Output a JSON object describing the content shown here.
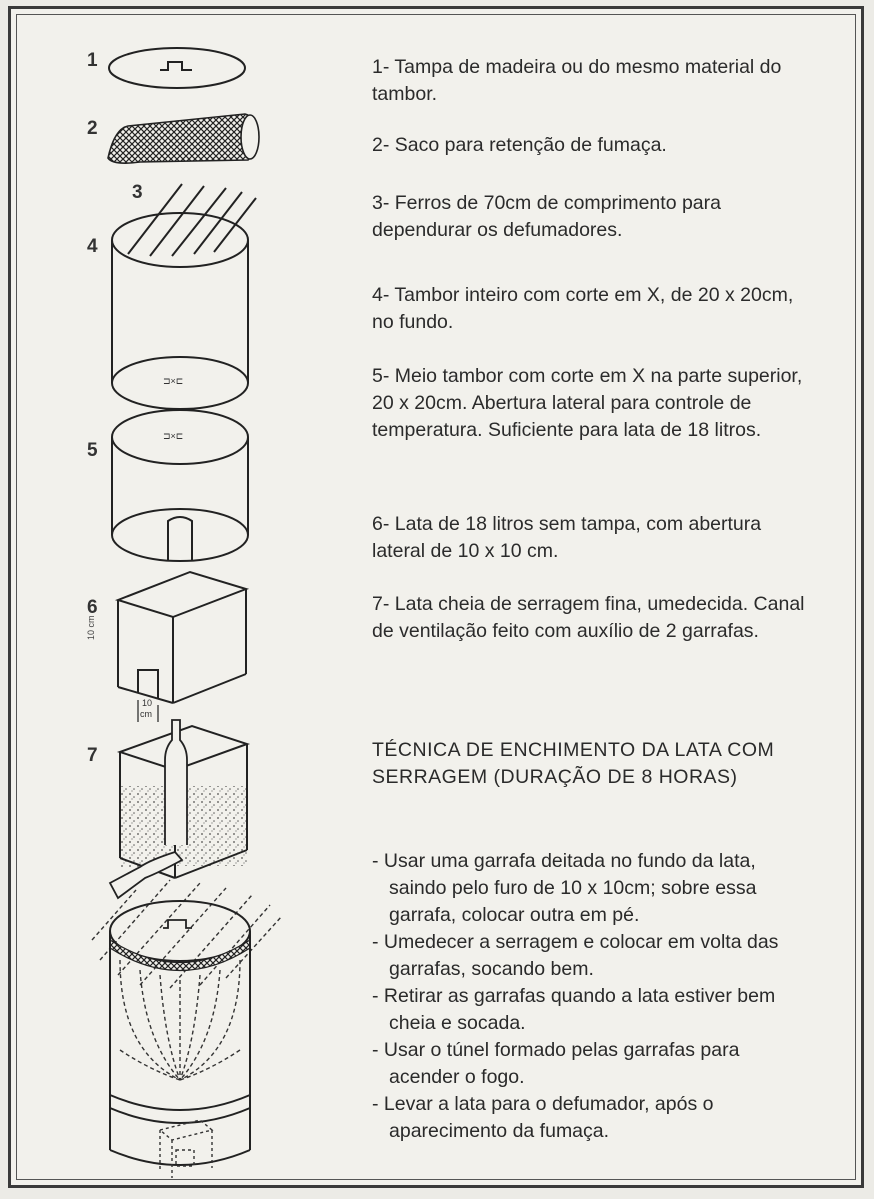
{
  "figure_numbers": [
    "1",
    "2",
    "3",
    "4",
    "5",
    "6",
    "7"
  ],
  "figure_labels": {
    "cut_mark_4": "⊐×⊏",
    "cut_mark_5": "⊐×⊏",
    "opening_dim": "10",
    "opening_unit": "cm",
    "side_dim": "10 cm"
  },
  "descriptions": [
    "1- Tampa de madeira ou do mesmo material do tambor.",
    "2- Saco para retenção de fumaça.",
    "3- Ferros de 70cm de comprimento para dependurar os defumadores.",
    "4- Tambor inteiro com corte em X, de 20 x 20cm, no fundo.",
    "5- Meio tambor com corte em X na parte superior, 20 x 20cm. Abertura lateral para controle de temperatura. Suficiente para lata de 18 litros.",
    "6- Lata de 18 litros sem tampa, com abertura lateral de 10 x 10 cm.",
    "7- Lata cheia de serragem fina, umedecida. Canal de ventilação feito com auxílio de 2 garrafas."
  ],
  "technique": {
    "heading": "TÉCNICA DE ENCHIMENTO DA LATA COM SERRAGEM (DURAÇÃO DE 8 HORAS)",
    "steps": [
      "Usar uma garrafa deitada no fundo da lata, saindo pelo furo de 10 x 10cm; sobre essa garrafa, colocar outra em pé.",
      "Umedecer a serragem e colocar em volta das garrafas, socando bem.",
      "Retirar as garrafas quando a lata estiver bem cheia e socada.",
      "Usar o túnel formado pelas garrafas para acender o fogo.",
      "Levar a lata para o defumador, após o aparecimento da fumaça."
    ]
  }
}
